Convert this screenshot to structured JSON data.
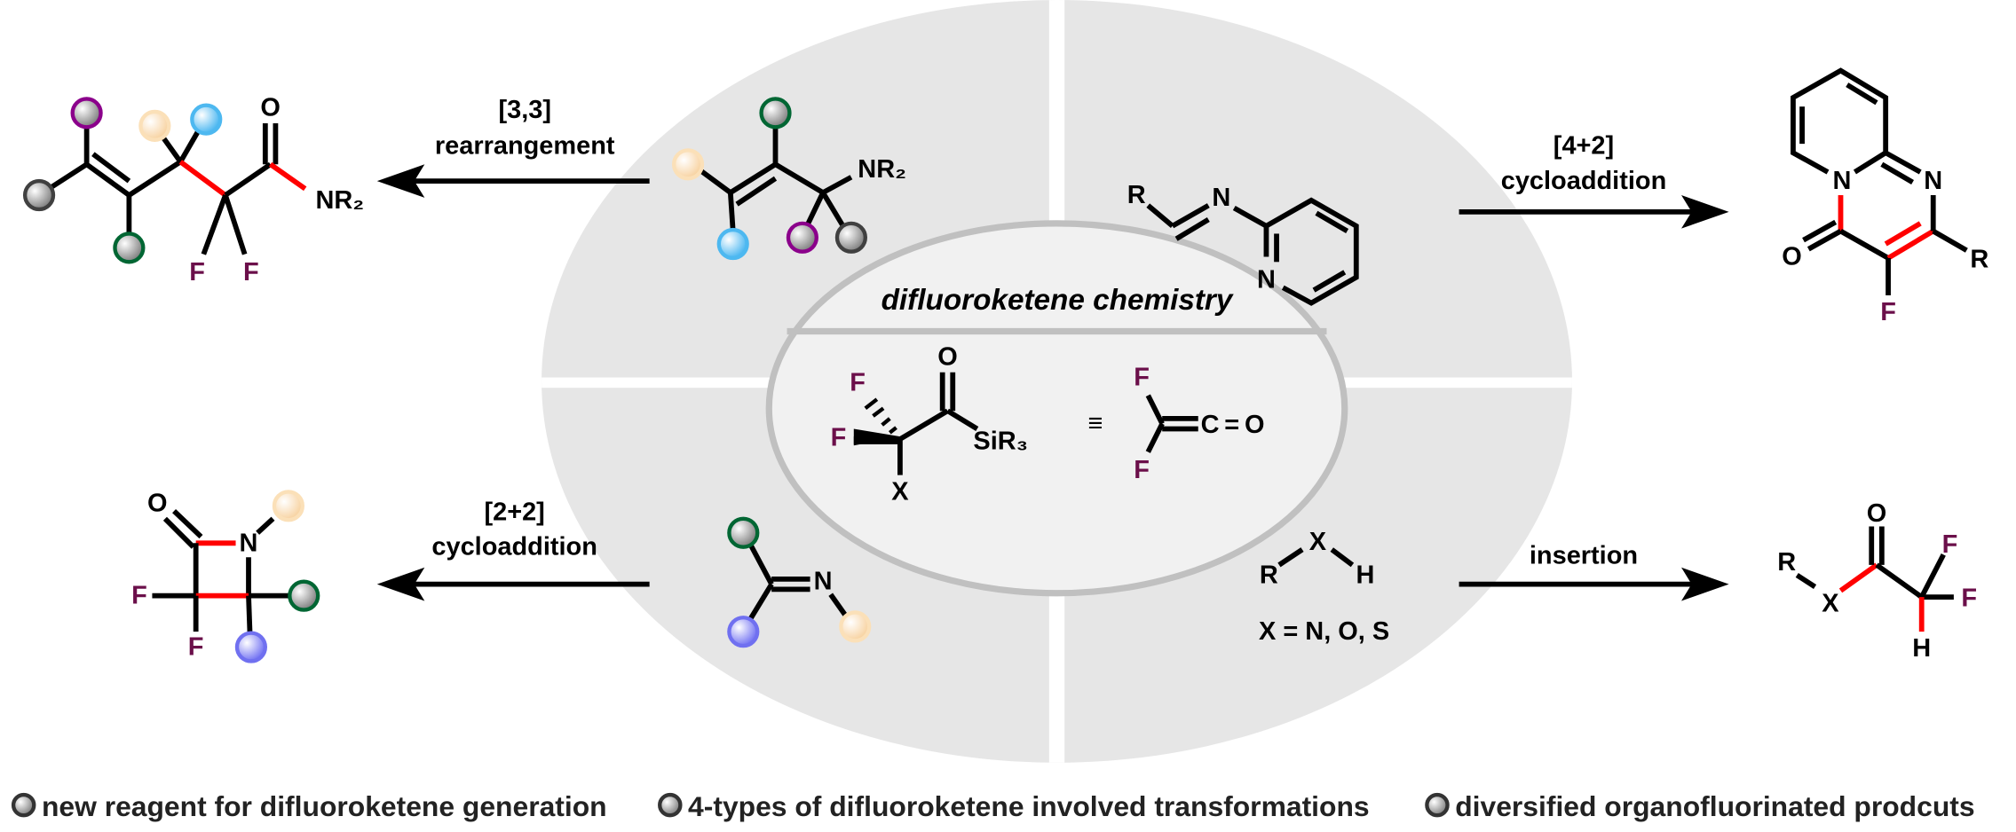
{
  "center": {
    "title": "difluoroketene chemistry",
    "reagent": {
      "F1": "F",
      "F2": "F",
      "X": "X",
      "O": "O",
      "Si": "SiR₃"
    },
    "equiv": "≡",
    "ketene": {
      "F1": "F",
      "F2": "F",
      "CO": "C=O"
    }
  },
  "reactions": {
    "rearrangement": {
      "line1": "[3,3]",
      "line2": "rearrangement",
      "reactant": {
        "N": "NR₂"
      },
      "product": {
        "O": "O",
        "N": "NR₂",
        "F1": "F",
        "F2": "F"
      }
    },
    "cyclo42": {
      "line1": "[4+2]",
      "line2": "cycloaddition",
      "reactant": {
        "R": "R",
        "N1": "N",
        "N2": "N"
      },
      "product": {
        "N1": "N",
        "N2": "N",
        "O": "O",
        "F": "F",
        "R": "R"
      }
    },
    "cyclo22": {
      "line1": "[2+2]",
      "line2": "cycloaddition",
      "reactant": {
        "N": "N"
      },
      "product": {
        "O": "O",
        "N": "N",
        "F1": "F",
        "F2": "F"
      }
    },
    "insertion": {
      "line1": "insertion",
      "reactant": {
        "R": "R",
        "X": "X",
        "H": "H",
        "note": "X = N, O, S"
      },
      "product": {
        "R": "R",
        "X": "X",
        "O": "O",
        "F1": "F",
        "F2": "F",
        "H": "H"
      }
    }
  },
  "legend": [
    "new reagent for difluoroketene generation",
    "4-types of difluoroketene involved transformations",
    "diversified organofluorinated prodcuts"
  ],
  "colors": {
    "new_bond": "#ff0000",
    "fluorine": "#6b0f4a",
    "panel": "#e6e6e6",
    "inner": "#f1f1f1"
  }
}
